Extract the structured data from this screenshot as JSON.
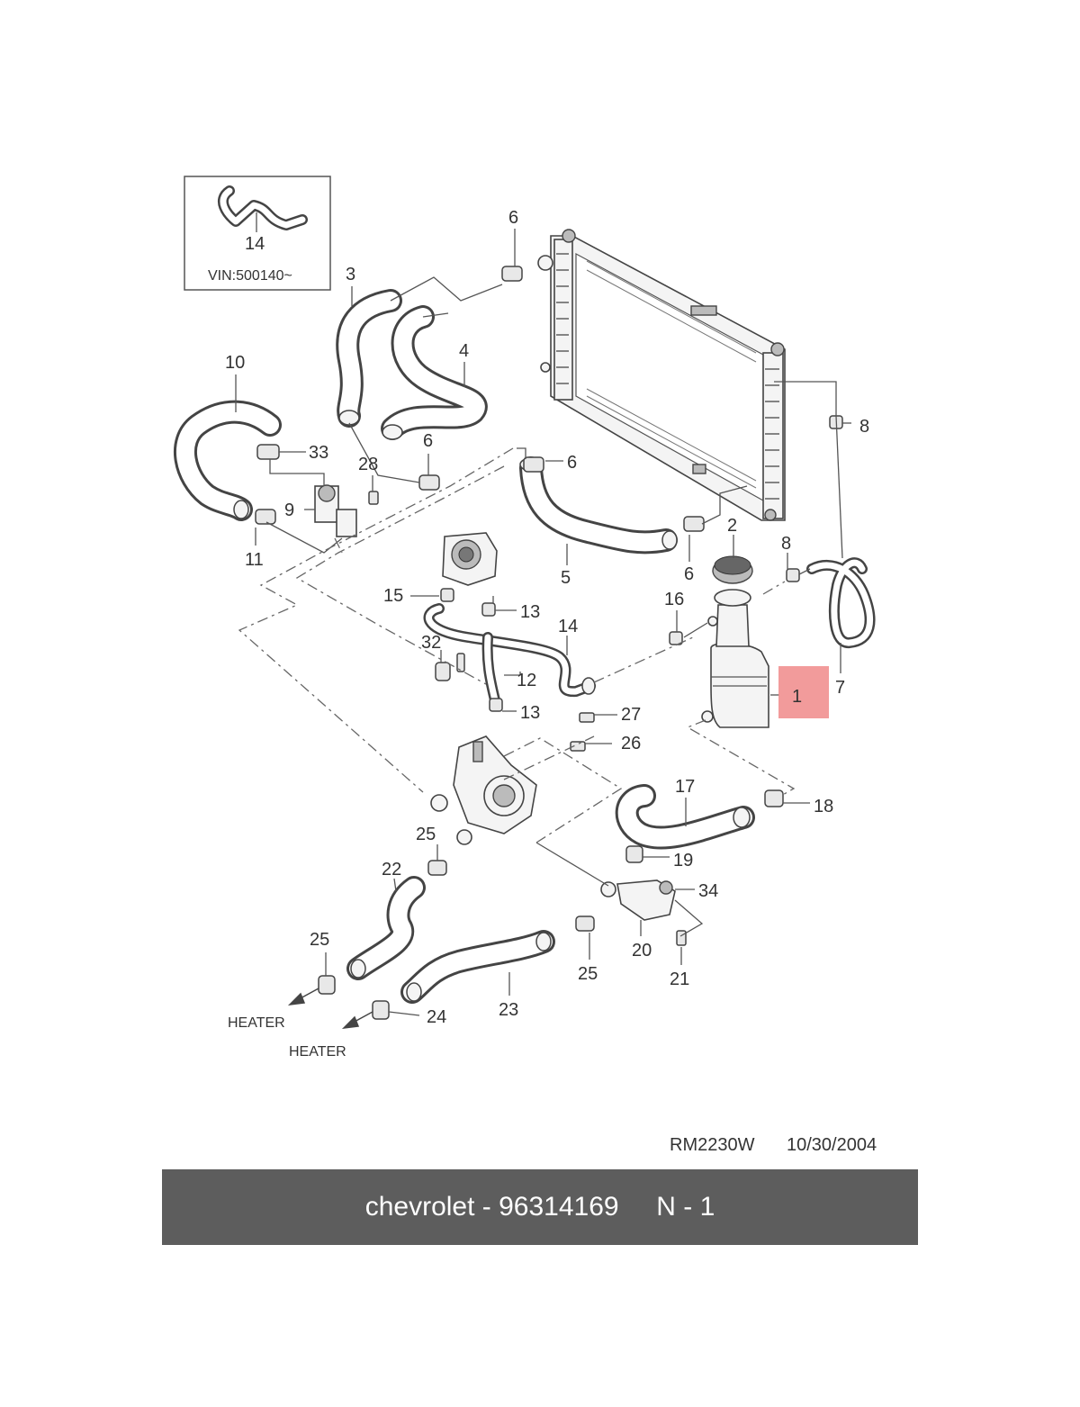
{
  "inset": {
    "callout": "14",
    "vin_note": "VIN:500140~"
  },
  "callouts": {
    "c1": "1",
    "c2": "2",
    "c3": "3",
    "c4": "4",
    "c5": "5",
    "c6a": "6",
    "c6b": "6",
    "c6c": "6",
    "c6d": "6",
    "c7": "7",
    "c8a": "8",
    "c8b": "8",
    "c9": "9",
    "c10": "10",
    "c11": "11",
    "c12": "12",
    "c13a": "13",
    "c13b": "13",
    "c14": "14",
    "c15": "15",
    "c16": "16",
    "c17": "17",
    "c18": "18",
    "c19": "19",
    "c20": "20",
    "c21": "21",
    "c22": "22",
    "c23": "23",
    "c24": "24",
    "c25a": "25",
    "c25b": "25",
    "c25c": "25",
    "c26": "26",
    "c27": "27",
    "c28": "28",
    "c32": "32",
    "c33": "33",
    "c34": "34"
  },
  "arrows": {
    "heater_left": "HEATER",
    "heater_right": "HEATER"
  },
  "diagram_ref": "RM2230W",
  "diagram_date": "10/30/2004",
  "highlight": {
    "part": "1",
    "color": "#f08a8a"
  },
  "footer": {
    "text": "chevrolet - 96314169     N - 1",
    "bg": "#5d5d5d"
  }
}
